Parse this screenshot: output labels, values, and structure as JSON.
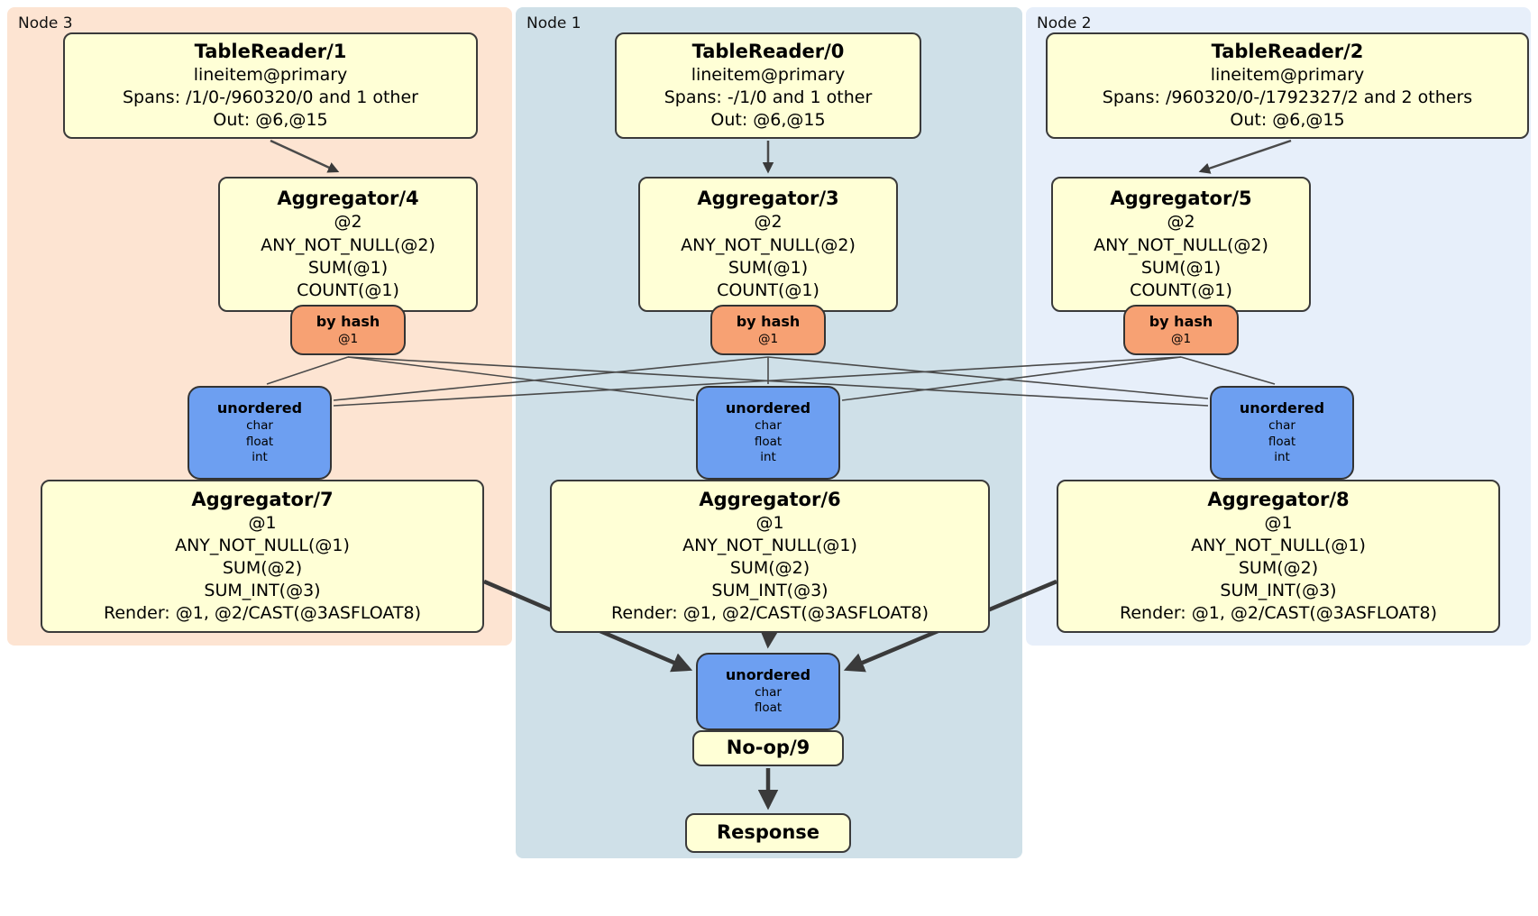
{
  "regions": {
    "node3": {
      "label": "Node 3"
    },
    "node1": {
      "label": "Node 1"
    },
    "node2": {
      "label": "Node 2"
    }
  },
  "node3": {
    "tablereader": {
      "title": "TableReader/1",
      "table": "lineitem@primary",
      "spans": "Spans: /1/0-/960320/0 and 1 other",
      "out": "Out: @6,@15"
    },
    "aggregator_top": {
      "title": "Aggregator/4",
      "lines": [
        "@2",
        "ANY_NOT_NULL(@2)",
        "SUM(@1)",
        "COUNT(@1)"
      ]
    },
    "router": {
      "label": "by hash",
      "key": "@1"
    },
    "sync": {
      "label": "unordered",
      "columns": [
        "char",
        "float",
        "int"
      ]
    },
    "aggregator_bottom": {
      "title": "Aggregator/7",
      "lines": [
        "@1",
        "ANY_NOT_NULL(@1)",
        "SUM(@2)",
        "SUM_INT(@3)",
        "Render: @1, @2/CAST(@3ASFLOAT8)"
      ]
    }
  },
  "node1": {
    "tablereader": {
      "title": "TableReader/0",
      "table": "lineitem@primary",
      "spans": "Spans: -/1/0 and 1 other",
      "out": "Out: @6,@15"
    },
    "aggregator_top": {
      "title": "Aggregator/3",
      "lines": [
        "@2",
        "ANY_NOT_NULL(@2)",
        "SUM(@1)",
        "COUNT(@1)"
      ]
    },
    "router": {
      "label": "by hash",
      "key": "@1"
    },
    "sync": {
      "label": "unordered",
      "columns": [
        "char",
        "float",
        "int"
      ]
    },
    "aggregator_bottom": {
      "title": "Aggregator/6",
      "lines": [
        "@1",
        "ANY_NOT_NULL(@1)",
        "SUM(@2)",
        "SUM_INT(@3)",
        "Render: @1, @2/CAST(@3ASFLOAT8)"
      ]
    }
  },
  "node2": {
    "tablereader": {
      "title": "TableReader/2",
      "table": "lineitem@primary",
      "spans": "Spans: /960320/0-/1792327/2 and 2 others",
      "out": "Out: @6,@15"
    },
    "aggregator_top": {
      "title": "Aggregator/5",
      "lines": [
        "@2",
        "ANY_NOT_NULL(@2)",
        "SUM(@1)",
        "COUNT(@1)"
      ]
    },
    "router": {
      "label": "by hash",
      "key": "@1"
    },
    "sync": {
      "label": "unordered",
      "columns": [
        "char",
        "float",
        "int"
      ]
    },
    "aggregator_bottom": {
      "title": "Aggregator/8",
      "lines": [
        "@1",
        "ANY_NOT_NULL(@1)",
        "SUM(@2)",
        "SUM_INT(@3)",
        "Render: @1, @2/CAST(@3ASFLOAT8)"
      ]
    }
  },
  "output": {
    "sync": {
      "label": "unordered",
      "columns": [
        "char",
        "float"
      ]
    },
    "noop_title": "No-op/9",
    "response_title": "Response"
  }
}
